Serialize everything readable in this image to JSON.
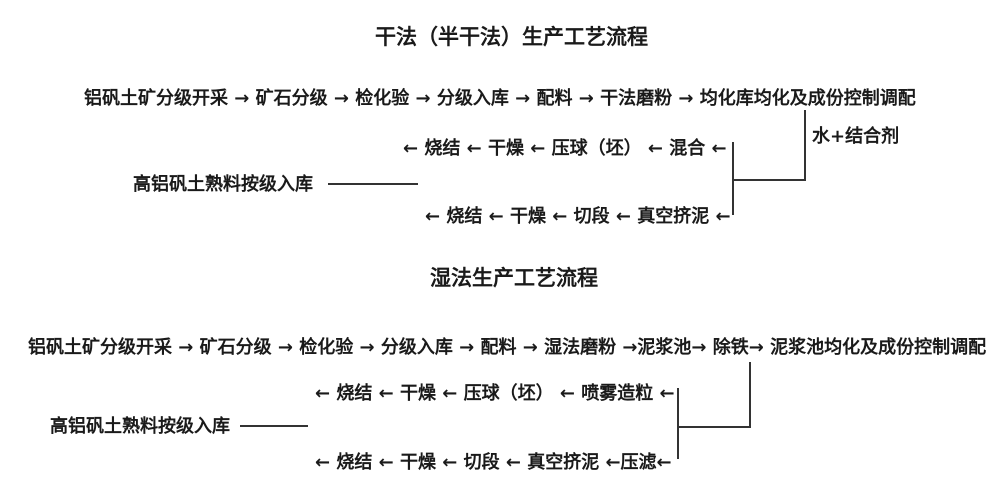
{
  "page": {
    "background": "#ffffff",
    "text_color": "#1a1a1a",
    "line_color": "#333333"
  },
  "dry_process": {
    "title": "干法（半干法）生产工艺流程",
    "main_flow": "铝矾土矿分级开采 → 矿石分级 → 检化验 → 分级入库 → 配料 → 干法磨粉 → 均化库均化及成份控制调配",
    "main_flow_steps": [
      "铝矾土矿分级开采",
      "矿石分级",
      "检化验",
      "分级入库",
      "配料",
      "干法磨粉",
      "均化库均化及成份控制调配"
    ],
    "additive_label": "水+结合剂",
    "upper_branch": "← 烧结 ← 干燥 ← 压球（坯） ← 混合 ←",
    "upper_branch_steps": [
      "混合",
      "压球（坯）",
      "干燥",
      "烧结"
    ],
    "storage_label": "高铝矾土熟料按级入库",
    "lower_branch": "← 烧结 ← 干燥 ← 切段 ← 真空挤泥 ←",
    "lower_branch_steps": [
      "真空挤泥",
      "切段",
      "干燥",
      "烧结"
    ]
  },
  "wet_process": {
    "title": "湿法生产工艺流程",
    "main_flow": "铝矾土矿分级开采 → 矿石分级 → 检化验 → 分级入库 → 配料 → 湿法磨粉 →泥浆池→ 除铁→ 泥浆池均化及成份控制调配",
    "main_flow_steps": [
      "铝矾土矿分级开采",
      "矿石分级",
      "检化验",
      "分级入库",
      "配料",
      "湿法磨粉",
      "泥浆池",
      "除铁",
      "泥浆池均化及成份控制调配"
    ],
    "upper_branch": "← 烧结 ← 干燥 ← 压球（坯） ← 喷雾造粒 ←",
    "upper_branch_steps": [
      "喷雾造粒",
      "压球（坯）",
      "干燥",
      "烧结"
    ],
    "storage_label": "高铝矾土熟料按级入库",
    "lower_branch": "← 烧结 ← 干燥 ← 切段 ← 真空挤泥 ←压滤←",
    "lower_branch_steps": [
      "压滤",
      "真空挤泥",
      "切段",
      "干燥",
      "烧结"
    ]
  }
}
